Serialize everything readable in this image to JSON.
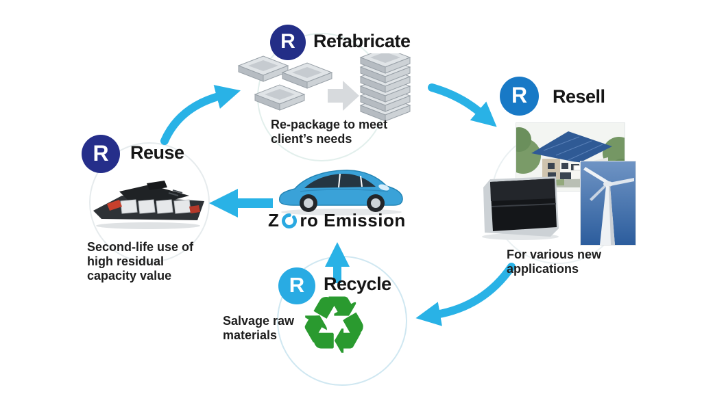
{
  "badge_letter": "R",
  "nodes": {
    "refabricate": {
      "label": "Refabricate",
      "caption": "Re-package to meet\nclient’s needs"
    },
    "resell": {
      "label": "Resell",
      "caption": "For various new\napplications"
    },
    "recycle": {
      "label": "Recycle",
      "caption": "Salvage raw\nmaterials"
    },
    "reuse": {
      "label": "Reuse",
      "caption": "Second-life use of\nhigh residual\ncapacity value"
    }
  },
  "center_logo": {
    "prefix": "Z",
    "suffix": "ro Emission",
    "full_text": "Zero Emission"
  },
  "icons": {
    "recycle_symbol": "♻"
  },
  "edges": [
    {
      "from": "Reuse",
      "to": "Refabricate"
    },
    {
      "from": "Refabricate",
      "to": "Resell"
    },
    {
      "from": "Resell",
      "to": "Recycle"
    },
    {
      "from": "Recycle",
      "to": "Zero Emission vehicle"
    },
    {
      "from": "Zero Emission vehicle",
      "to": "Reuse"
    }
  ],
  "colors": {
    "badge_navy": "#232e87",
    "badge_blue": "#1879c6",
    "badge_sky": "#29abe3",
    "arrow_cyan": "#29b2e6",
    "recycle_green": "#2a9a2f",
    "text": "#1d1d1d",
    "background": "#ffffff"
  }
}
